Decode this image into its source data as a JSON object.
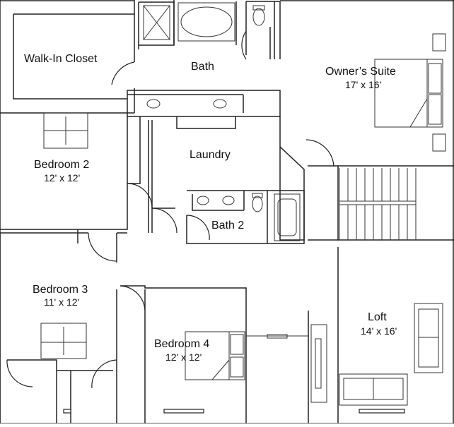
{
  "rooms": {
    "walk_in_closet": {
      "name": "Walk-In Closet"
    },
    "bath": {
      "name": "Bath"
    },
    "owners_suite": {
      "name": "Owner’s Suite",
      "dims": "17' x 16'"
    },
    "bedroom_2": {
      "name": "Bedroom 2",
      "dims": "12' x 12'"
    },
    "laundry": {
      "name": "Laundry"
    },
    "bath_2": {
      "name": "Bath 2"
    },
    "bedroom_3": {
      "name": "Bedroom 3",
      "dims": "11' x 12'"
    },
    "bedroom_4": {
      "name": "Bedroom 4",
      "dims": "12' x 12'"
    },
    "loft": {
      "name": "Loft",
      "dims": "14' x 16'"
    }
  },
  "style": {
    "wall_color": "#222222",
    "fixture_color": "#333333",
    "background": "#ffffff"
  }
}
